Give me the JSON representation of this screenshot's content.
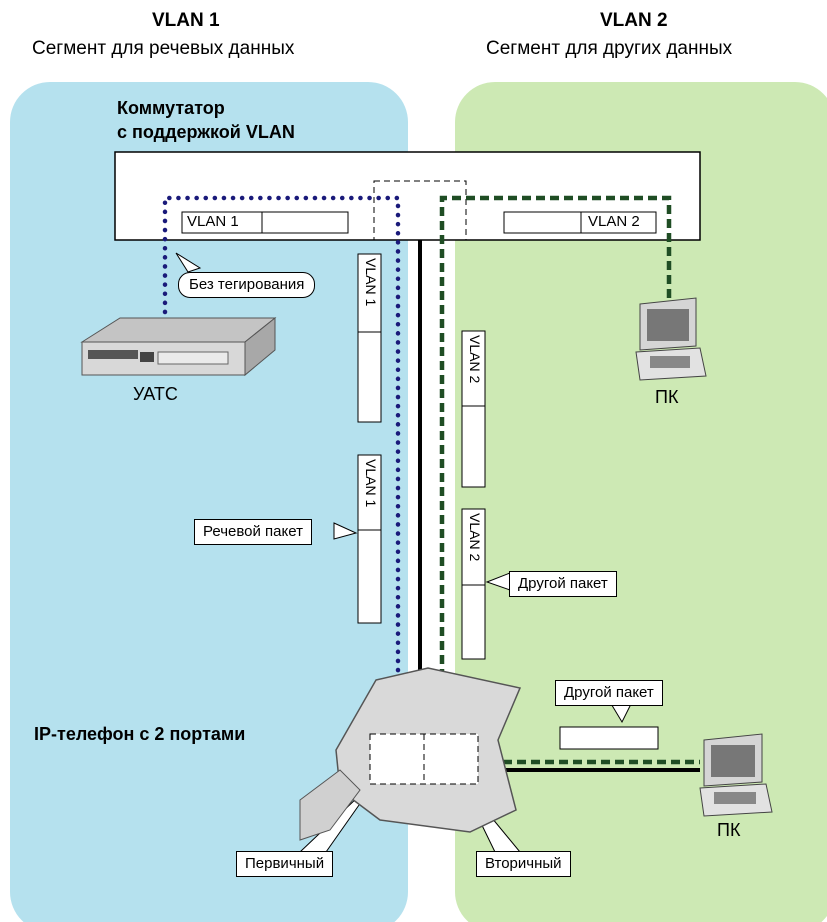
{
  "headers": {
    "vlan1_title": "VLAN 1",
    "vlan1_subtitle": "Сегмент для речевых данных",
    "vlan2_title": "VLAN 2",
    "vlan2_subtitle": "Сегмент для других данных"
  },
  "switch": {
    "title_line1": "Коммутатор",
    "title_line2": "с поддержкой VLAN",
    "port_left_label": "VLAN 1",
    "port_right_label": "VLAN 2"
  },
  "callouts": {
    "untagged": "Без тегирования",
    "voice_packet": "Речевой пакет",
    "other_packet_1": "Другой пакет",
    "other_packet_2": "Другой пакет",
    "primary": "Первичный",
    "secondary": "Вторичный"
  },
  "packets": {
    "vlan1_a": "VLAN 1",
    "vlan1_b": "VLAN 1",
    "vlan2_a": "VLAN 2",
    "vlan2_b": "VLAN 2"
  },
  "devices": {
    "pbx_label": "УАТС",
    "pc_top_label": "ПК",
    "pc_bottom_label": "ПК",
    "phone_label": "IP-телефон с 2 портами"
  },
  "colors": {
    "vlan1_zone": "#b5e1ee",
    "vlan2_zone": "#cde9b4",
    "vlan1_path": "#1a1a7a",
    "vlan2_path": "#1f4d24"
  }
}
